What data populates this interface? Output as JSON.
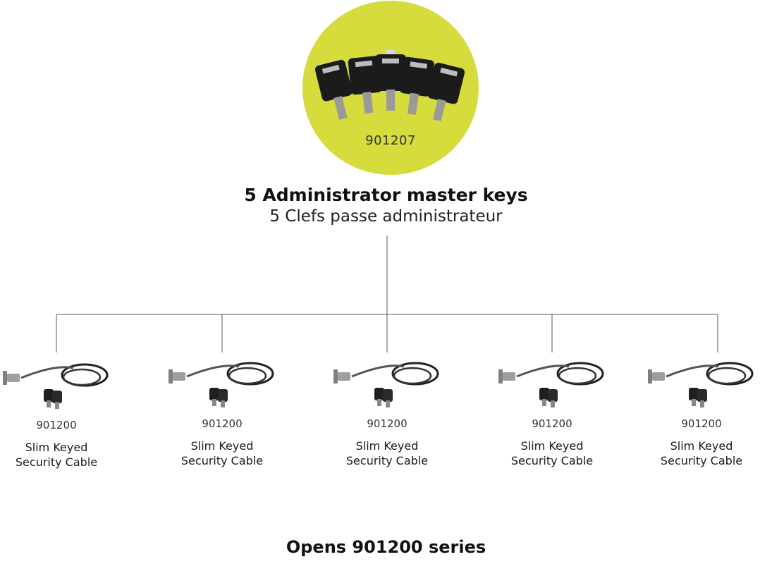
{
  "master": {
    "code": "901207",
    "title": "5 Administrator master keys",
    "subtitle": "5 Clefs passe administrateur",
    "circle_color": "#d6dc3c",
    "icon": "master-keys-icon"
  },
  "cables": [
    {
      "code": "901200",
      "name_line1": "Slim Keyed",
      "name_line2": "Security Cable"
    },
    {
      "code": "901200",
      "name_line1": "Slim Keyed",
      "name_line2": "Security Cable"
    },
    {
      "code": "901200",
      "name_line1": "Slim Keyed",
      "name_line2": "Security Cable"
    },
    {
      "code": "901200",
      "name_line1": "Slim Keyed",
      "name_line2": "Security Cable"
    },
    {
      "code": "901200",
      "name_line1": "Slim Keyed",
      "name_line2": "Security Cable"
    }
  ],
  "footer": "Opens 901200 series"
}
